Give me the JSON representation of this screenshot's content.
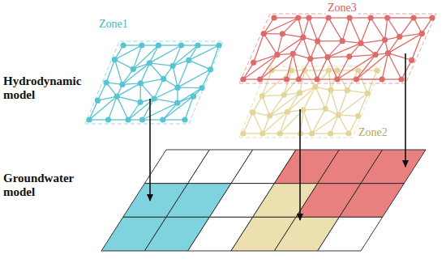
{
  "diagram": {
    "labels": [
      "Zone1",
      "Zone3",
      "Hydrodynamic model",
      "Zone2",
      "Groundwater model"
    ]
  }
}
